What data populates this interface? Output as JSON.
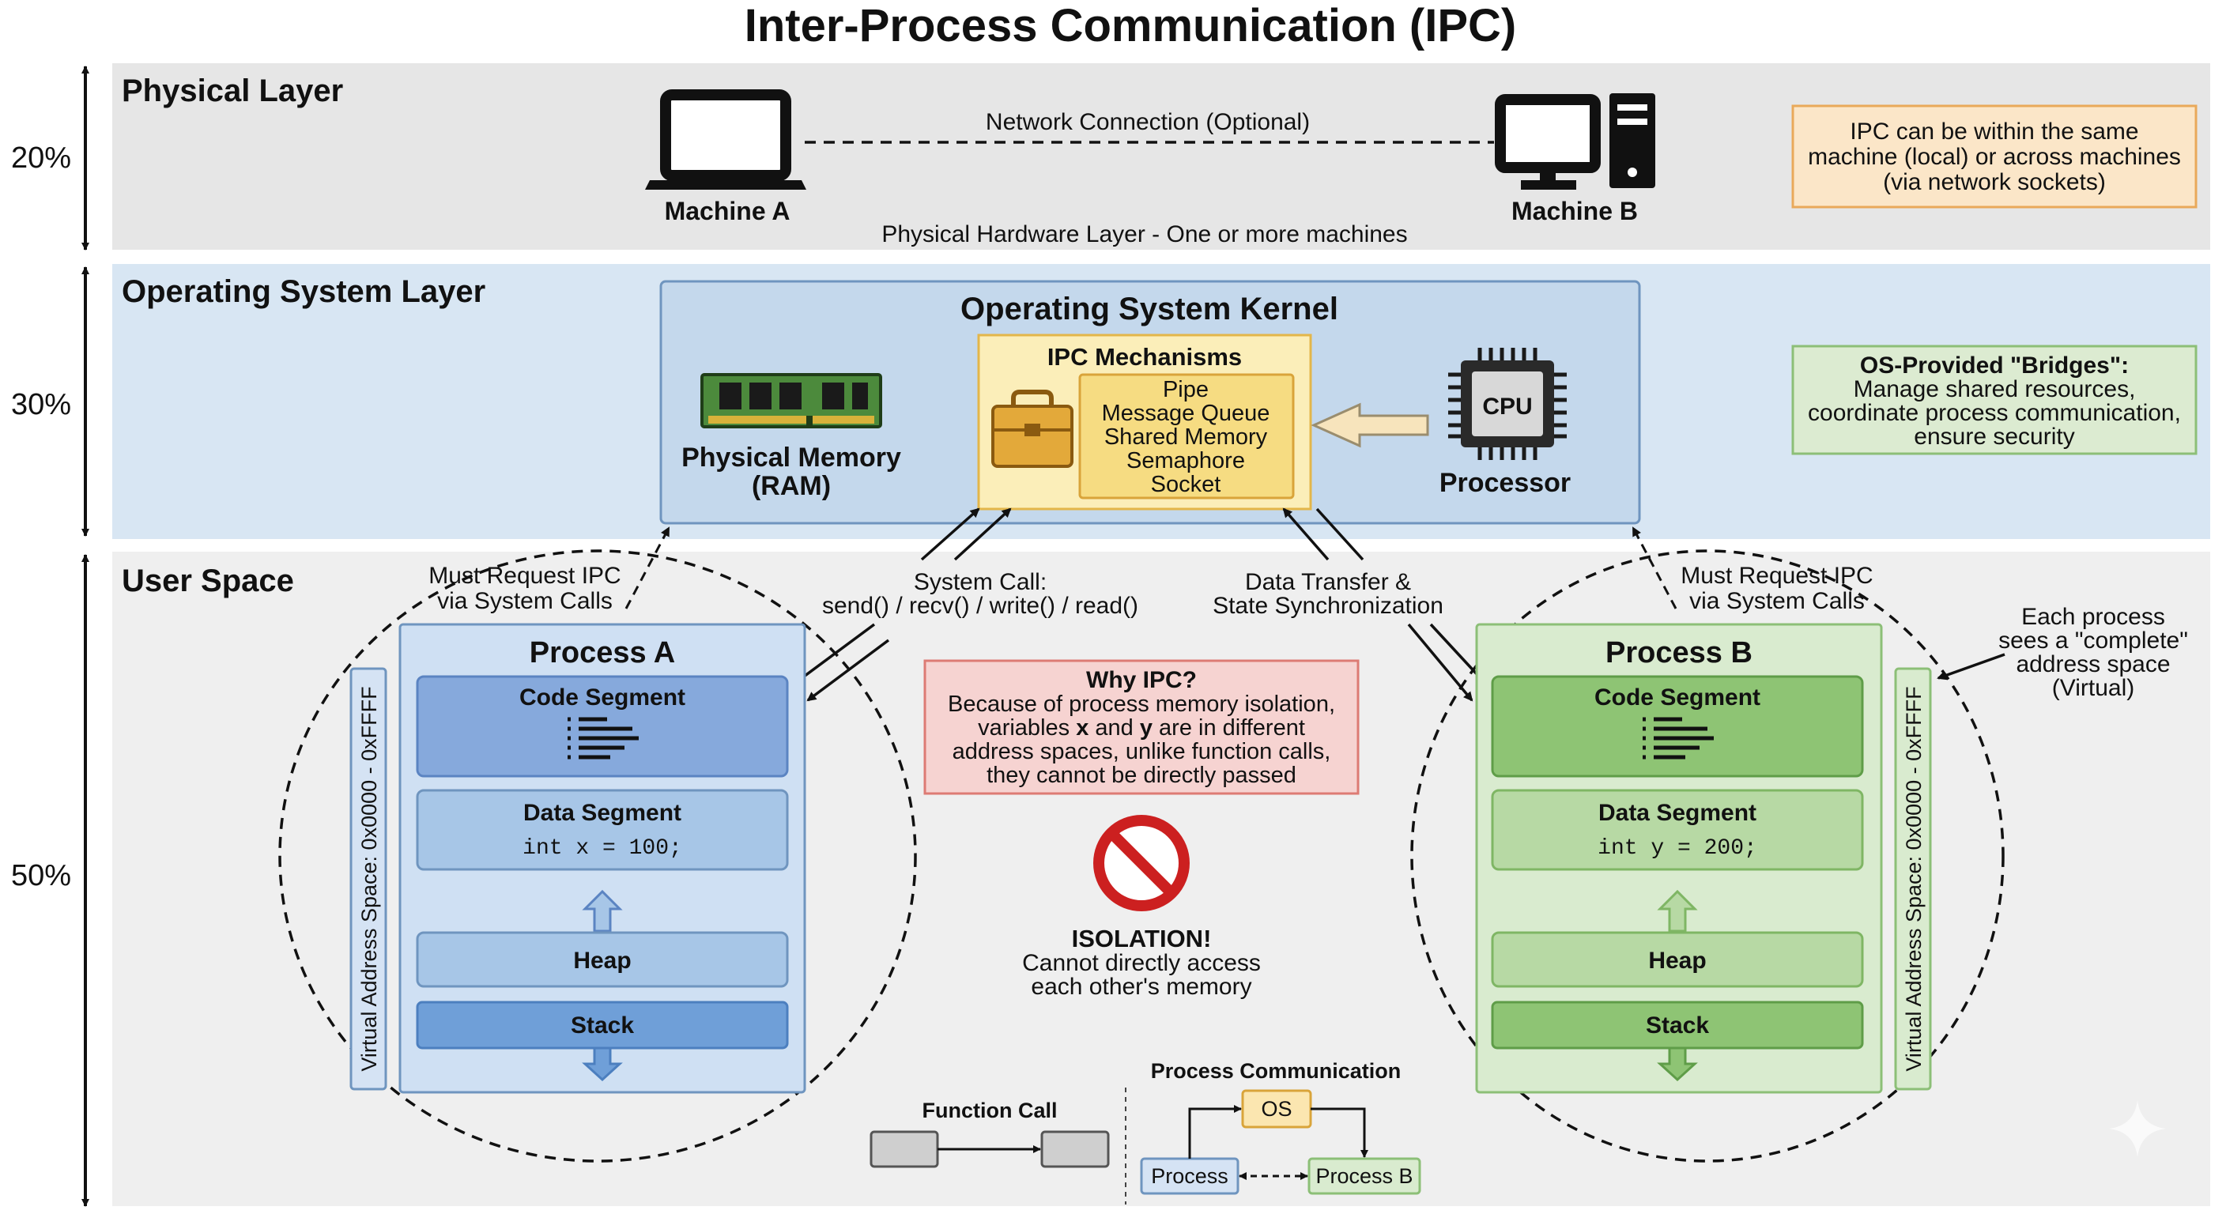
{
  "title": "Inter-Process Communication (IPC)",
  "scale": {
    "physical": "20%",
    "os": "30%",
    "user": "50%"
  },
  "physical_layer": {
    "label": "Physical Layer",
    "machine_a": "Machine A",
    "machine_b": "Machine B",
    "network": "Network Connection (Optional)",
    "hardware_caption": "Physical Hardware Layer - One or more machines",
    "note": [
      "IPC can be within the same",
      "machine (local) or across machines",
      "(via network sockets)"
    ]
  },
  "os_layer": {
    "label": "Operating System Layer",
    "kernel_title": "Operating System Kernel",
    "memory_label": [
      "Physical Memory",
      "(RAM)"
    ],
    "ipc_title": "IPC Mechanisms",
    "mechanisms": [
      "Pipe",
      "Message Queue",
      "Shared Memory",
      "Semaphore",
      "Socket"
    ],
    "cpu_chip": "CPU",
    "processor_label": "Processor",
    "bridges_title": "OS-Provided \"Bridges\":",
    "bridges_text": [
      "Manage shared resources,",
      "coordinate process communication,",
      "ensure security"
    ]
  },
  "user_space": {
    "label": "User Space",
    "must_request_left": [
      "Must Request IPC",
      "via System Calls"
    ],
    "must_request_right": [
      "Must Request IPC",
      "via System Calls"
    ],
    "system_call": [
      "System Call:",
      "send() / recv() / write() / read()"
    ],
    "data_transfer": [
      "Data Transfer &",
      "State Synchronization"
    ],
    "each_process": [
      "Each process",
      "sees a \"complete\"",
      "address space",
      "(Virtual)"
    ],
    "process_a": {
      "title": "Process A",
      "code": "Code Segment",
      "data": "Data Segment",
      "var": "int x = 100;",
      "heap": "Heap",
      "stack": "Stack",
      "vas": "Virtual Address Space: 0x0000 - 0xFFFF"
    },
    "process_b": {
      "title": "Process B",
      "code": "Code Segment",
      "data": "Data Segment",
      "var": "int y = 200;",
      "heap": "Heap",
      "stack": "Stack",
      "vas": "Virtual Address Space: 0x0000 - 0xFFFF"
    },
    "why_ipc": {
      "title": "Why IPC?",
      "l1": "Because of process memory isolation,",
      "l2a": "variables ",
      "l2x": "x",
      "l2b": " and ",
      "l2y": "y",
      "l2c": " are in different",
      "l3": "address spaces, unlike function calls,",
      "l4": "they cannot be directly passed"
    },
    "isolation": {
      "title": "ISOLATION!",
      "lines": [
        "Cannot directly access",
        "each other's memory"
      ]
    },
    "function_call": "Function Call",
    "process_comm": {
      "title": "Process Communication",
      "os": "OS",
      "left": "Process",
      "right": "Process B"
    }
  },
  "colors": {
    "physical_bg": "#e6e6e6",
    "os_bg": "#d8e6f3",
    "user_bg": "#efefef",
    "blue_panel": "#cfe0f3",
    "green_panel": "#d9ebcf",
    "ipc_yellow": "#fbeeb9",
    "note_orange": "#fbe6c8",
    "note_green": "#dcebd1",
    "why_red": "#f6d3d1",
    "stop_red": "#cc2020"
  }
}
